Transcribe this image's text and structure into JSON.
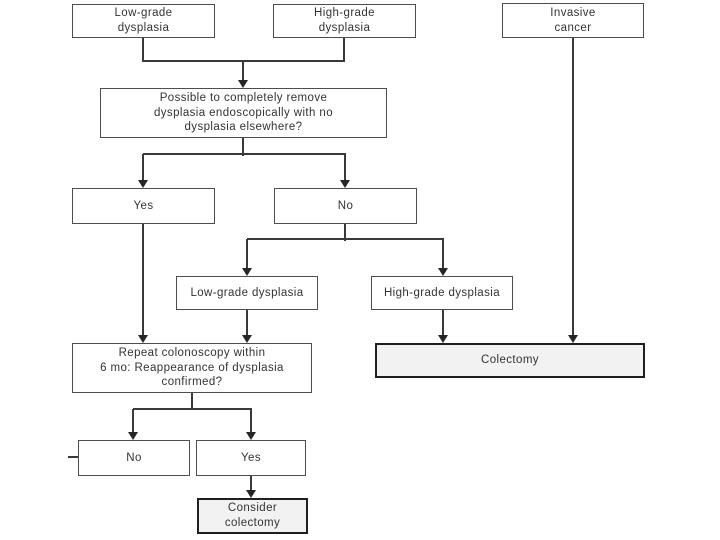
{
  "diagram": {
    "type": "flowchart",
    "background": "#ffffff",
    "nodes": {
      "low_grade_dysplasia_top": {
        "label": "Low-grade\ndysplasia"
      },
      "high_grade_dysplasia_top": {
        "label": "High-grade\ndysplasia"
      },
      "invasive_cancer": {
        "label": "Invasive\ncancer"
      },
      "removal_question": {
        "label": "Possible to completely remove\ndysplasia endoscopically with no\ndysplasia elsewhere?"
      },
      "yes_removal": {
        "label": "Yes"
      },
      "no_removal": {
        "label": "No"
      },
      "low_grade_dysplasia_branch": {
        "label": "Low-grade dysplasia"
      },
      "high_grade_dysplasia_branch": {
        "label": "High-grade dysplasia"
      },
      "repeat_colonoscopy": {
        "label": "Repeat colonoscopy within\n6 mo: Reappearance of dysplasia\nconfirmed?"
      },
      "colectomy": {
        "label": "Colectomy"
      },
      "no_reappearance": {
        "label": "No"
      },
      "yes_reappearance": {
        "label": "Yes"
      },
      "consider_colectomy": {
        "label": "Consider\ncolectomy"
      }
    },
    "edges": [
      "low_grade_dysplasia_top -> removal_question",
      "high_grade_dysplasia_top -> removal_question",
      "removal_question -> yes_removal",
      "removal_question -> no_removal",
      "no_removal -> low_grade_dysplasia_branch",
      "no_removal -> high_grade_dysplasia_branch",
      "yes_removal -> repeat_colonoscopy",
      "low_grade_dysplasia_branch -> repeat_colonoscopy",
      "high_grade_dysplasia_branch -> colectomy",
      "invasive_cancer -> colectomy",
      "repeat_colonoscopy -> no_reappearance",
      "repeat_colonoscopy -> yes_reappearance",
      "yes_reappearance -> consider_colectomy"
    ],
    "colors": {
      "box_border": "#4d4d4d",
      "emphasis_border": "#1f1f1f",
      "emphasis_fill": "#f2f2f2",
      "line": "#3a3a3a",
      "text": "#333333",
      "background": "#ffffff"
    }
  }
}
